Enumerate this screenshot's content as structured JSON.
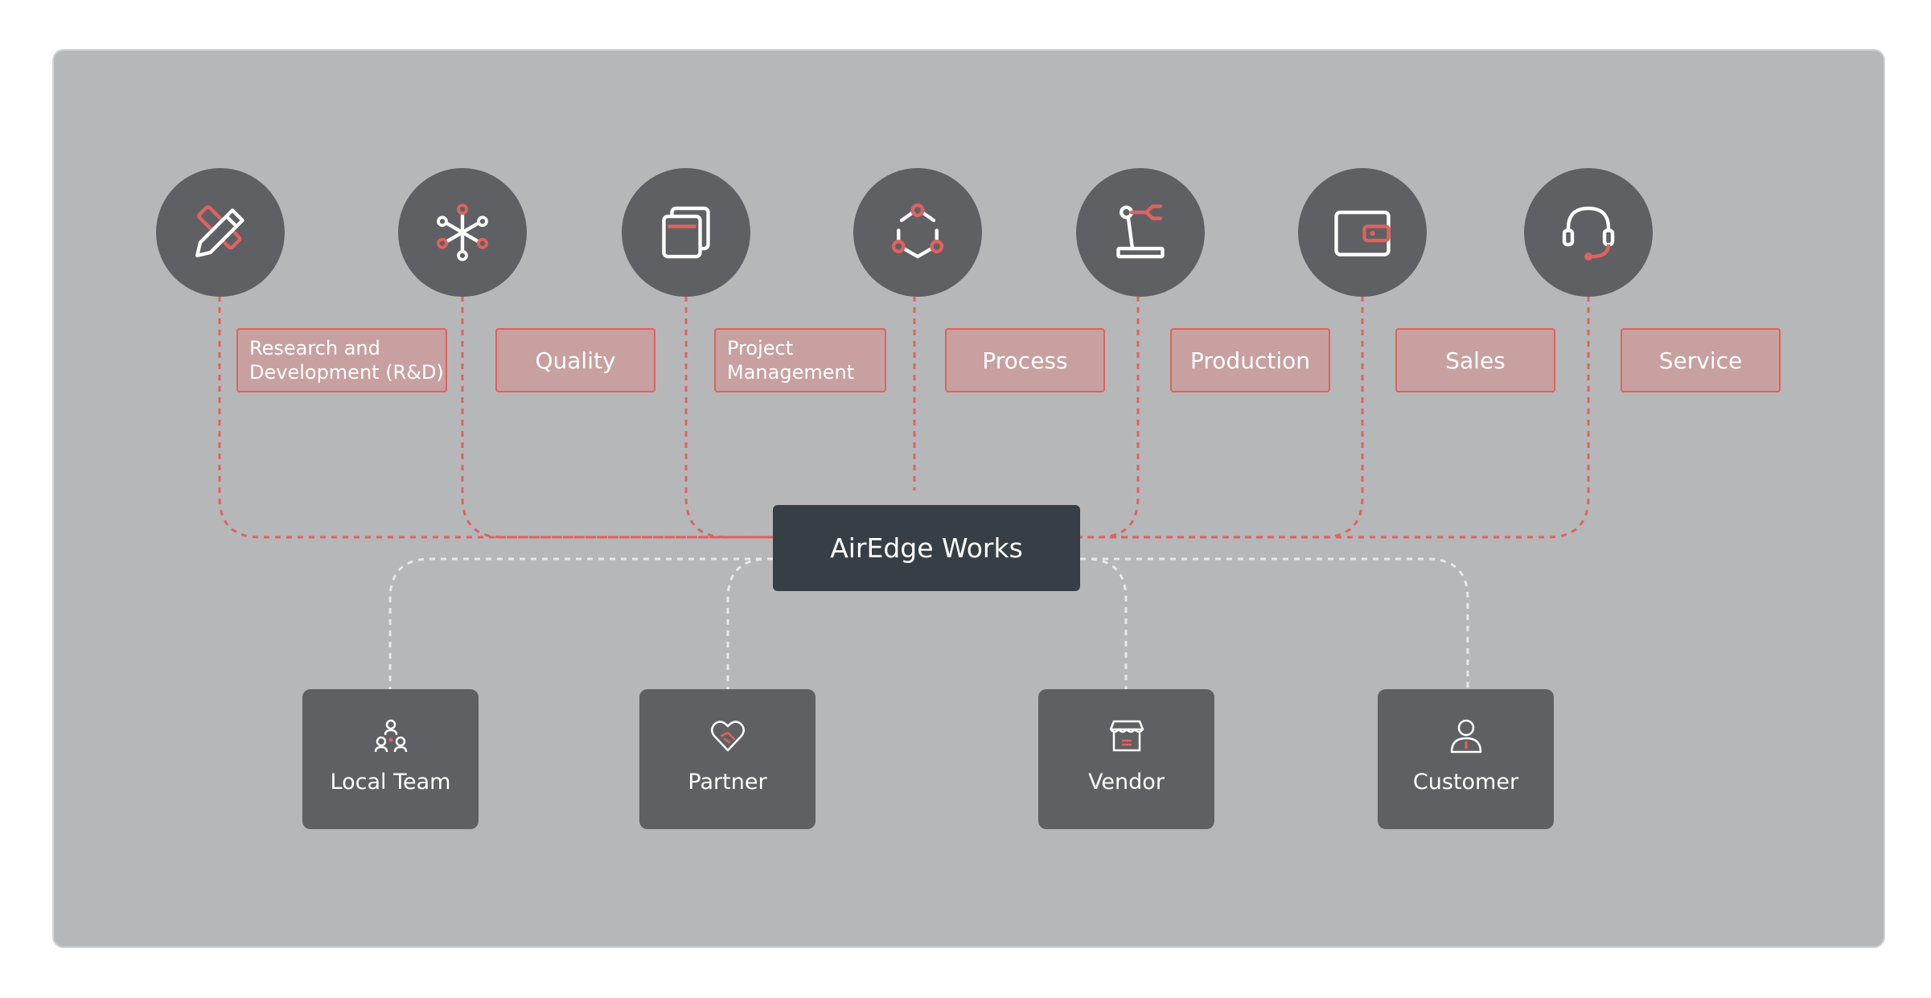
{
  "diagram": {
    "hub": {
      "label": "AirEdge Works"
    },
    "departments": [
      {
        "label": "Research and\nDevelopment (R&D)",
        "icon": "pencil-ruler-icon"
      },
      {
        "label": "Quality",
        "icon": "network-nodes-icon"
      },
      {
        "label": "Project\nManagement",
        "icon": "stacked-pages-icon"
      },
      {
        "label": "Process",
        "icon": "cycle-nodes-icon"
      },
      {
        "label": "Production",
        "icon": "robot-arm-icon"
      },
      {
        "label": "Sales",
        "icon": "wallet-icon"
      },
      {
        "label": "Service",
        "icon": "headset-icon"
      }
    ],
    "stakeholders": [
      {
        "label": "Local Team",
        "icon": "team-icon"
      },
      {
        "label": "Partner",
        "icon": "heart-handshake-icon"
      },
      {
        "label": "Vendor",
        "icon": "storefront-icon"
      },
      {
        "label": "Customer",
        "icon": "person-icon"
      }
    ]
  },
  "colors": {
    "panel_background": "#b6b7b9",
    "circle_fill": "#5f6064",
    "accent_red": "#e0625e",
    "label_fill": "#c8a0a0",
    "hub_fill": "#363f46",
    "stakeholder_connector": "#e8e8e8"
  }
}
